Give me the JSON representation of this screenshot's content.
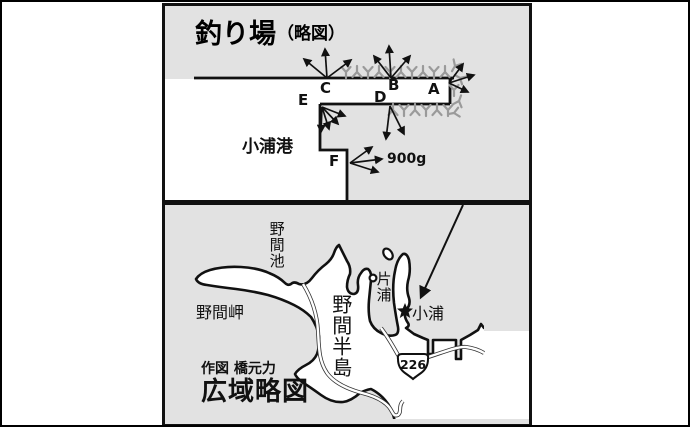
{
  "colors": {
    "panel_gray": "#e2e2e2",
    "water_white": "#ffffff",
    "line_black": "#111111",
    "tetrapod_gray": "#9a9a9a"
  },
  "panel_top": {
    "title": "釣り場",
    "title_sub": "（略図）",
    "harbor_label": "小浦港",
    "weight_label": "900g",
    "points": [
      "A",
      "B",
      "C",
      "D",
      "E",
      "F"
    ]
  },
  "panel_bottom": {
    "pond_label": "野間池",
    "cape_label": "野間岬",
    "peninsula_label": "野間半島",
    "kataura_label": "片浦",
    "koura_label": "小浦",
    "route_number": "226",
    "credit": "作図 橋元力",
    "map_title": "広域略図"
  }
}
